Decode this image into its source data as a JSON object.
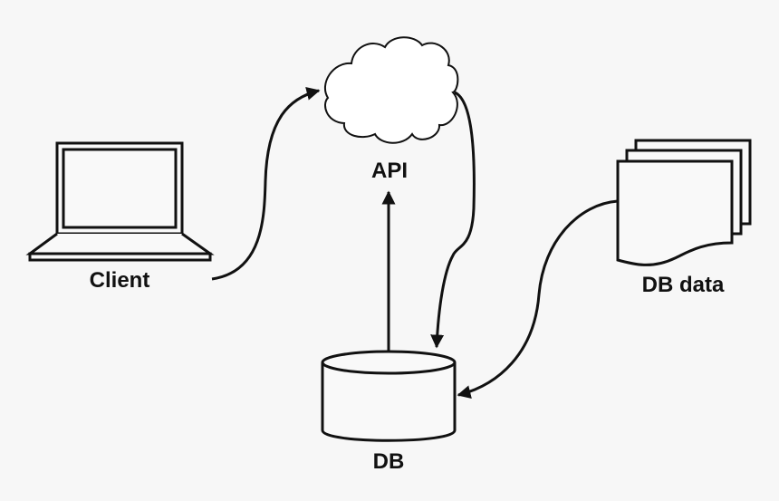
{
  "diagram": {
    "title": "",
    "nodes": [
      {
        "id": "client",
        "label": "Client",
        "icon": "laptop-icon"
      },
      {
        "id": "api",
        "label": "API",
        "icon": "cloud-icon"
      },
      {
        "id": "db",
        "label": "DB",
        "icon": "database-cylinder-icon"
      },
      {
        "id": "dbdata",
        "label": "DB data",
        "icon": "document-stack-icon"
      }
    ],
    "edges": [
      {
        "from": "client",
        "to": "api"
      },
      {
        "from": "api",
        "to": "db"
      },
      {
        "from": "db",
        "to": "api"
      },
      {
        "from": "dbdata",
        "to": "db"
      }
    ],
    "colors": {
      "background": "#f7f7f7",
      "stroke": "#111111",
      "fill": "#ffffff"
    }
  }
}
